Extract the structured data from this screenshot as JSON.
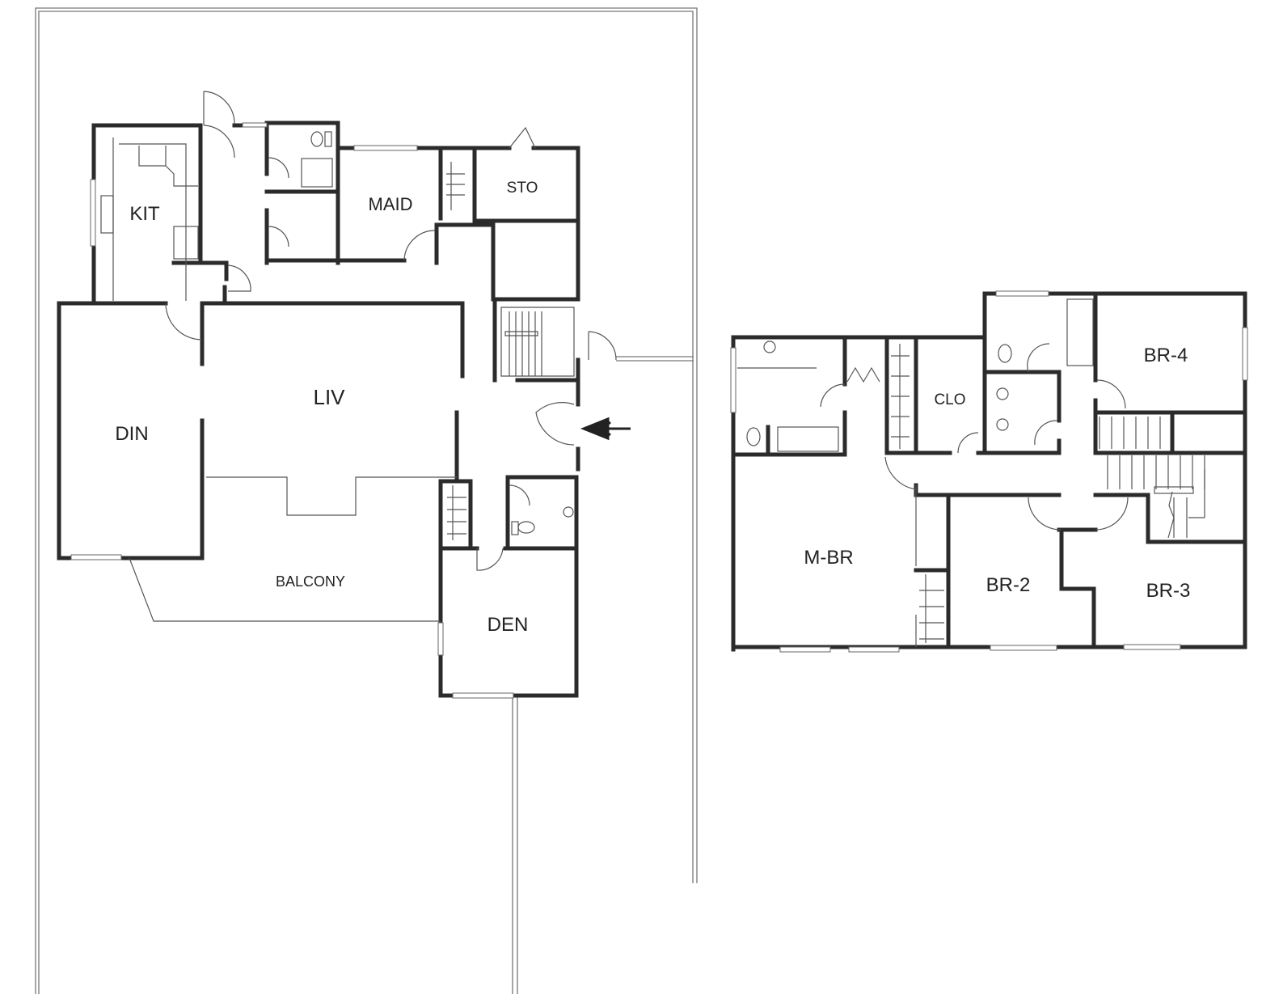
{
  "ground_floor": {
    "rooms": {
      "kit": "KIT",
      "maid": "MAID",
      "sto": "STO",
      "liv": "LIV",
      "din": "DIN",
      "balcony": "BALCONY",
      "den": "DEN"
    }
  },
  "upper_floor": {
    "rooms": {
      "clo": "CLO",
      "br4": "BR-4",
      "mbr": "M-BR",
      "br2": "BR-2",
      "br3": "BR-3"
    }
  },
  "icons": [
    "entry-arrow-icon",
    "toilet-icon",
    "sink-icon",
    "bathtub-icon",
    "stairs-icon",
    "door-swing-icon"
  ],
  "colors": {
    "wall": "#2b2b2b",
    "background": "#ffffff"
  }
}
